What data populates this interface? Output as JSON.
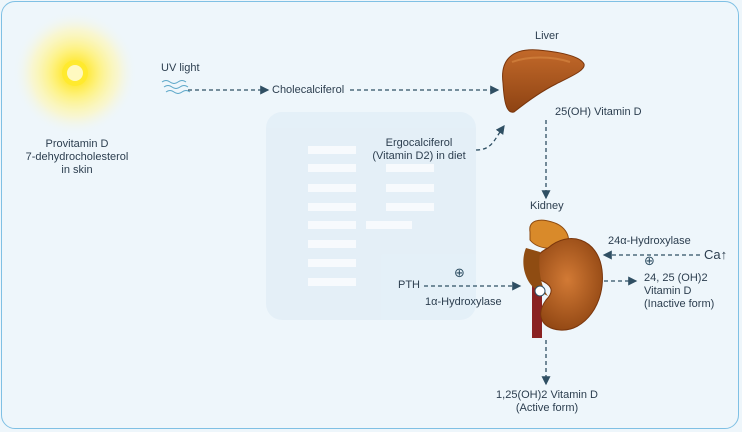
{
  "labels": {
    "provitamin": [
      "Provitamin D",
      "7-dehydrocholesterol",
      "in skin"
    ],
    "uv": "UV light",
    "cholecalciferol": "Cholecalciferol",
    "liver": "Liver",
    "hydroxy25": "25(OH) Vitamin D",
    "ergocalciferol": [
      "Ergocalciferol",
      "(Vitamin D2) in diet"
    ],
    "kidney": "Kidney",
    "hydroxylase24": "24α-Hydroxylase",
    "ca": "Ca",
    "inactive": [
      "24, 25 (OH)2",
      "Vitamin D",
      "(Inactive form)"
    ],
    "pth": "PTH",
    "hydroxylase1": "1α-Hydroxylase",
    "active": [
      "1,25(OH)2 Vitamin D",
      "(Active form)"
    ]
  },
  "icons": {
    "plus_symbol": "⊕",
    "up_arrow": "↑"
  },
  "colors": {
    "background": "#eef6fb",
    "border": "#7fc0e4",
    "text": "#2c3e4f",
    "arrow": "#2f4f63",
    "sun": "#ffe23a",
    "liver": "#a8541a",
    "kidney": "#b06020",
    "adrenal": "#d98a2a",
    "ureter": "#8a2222"
  }
}
